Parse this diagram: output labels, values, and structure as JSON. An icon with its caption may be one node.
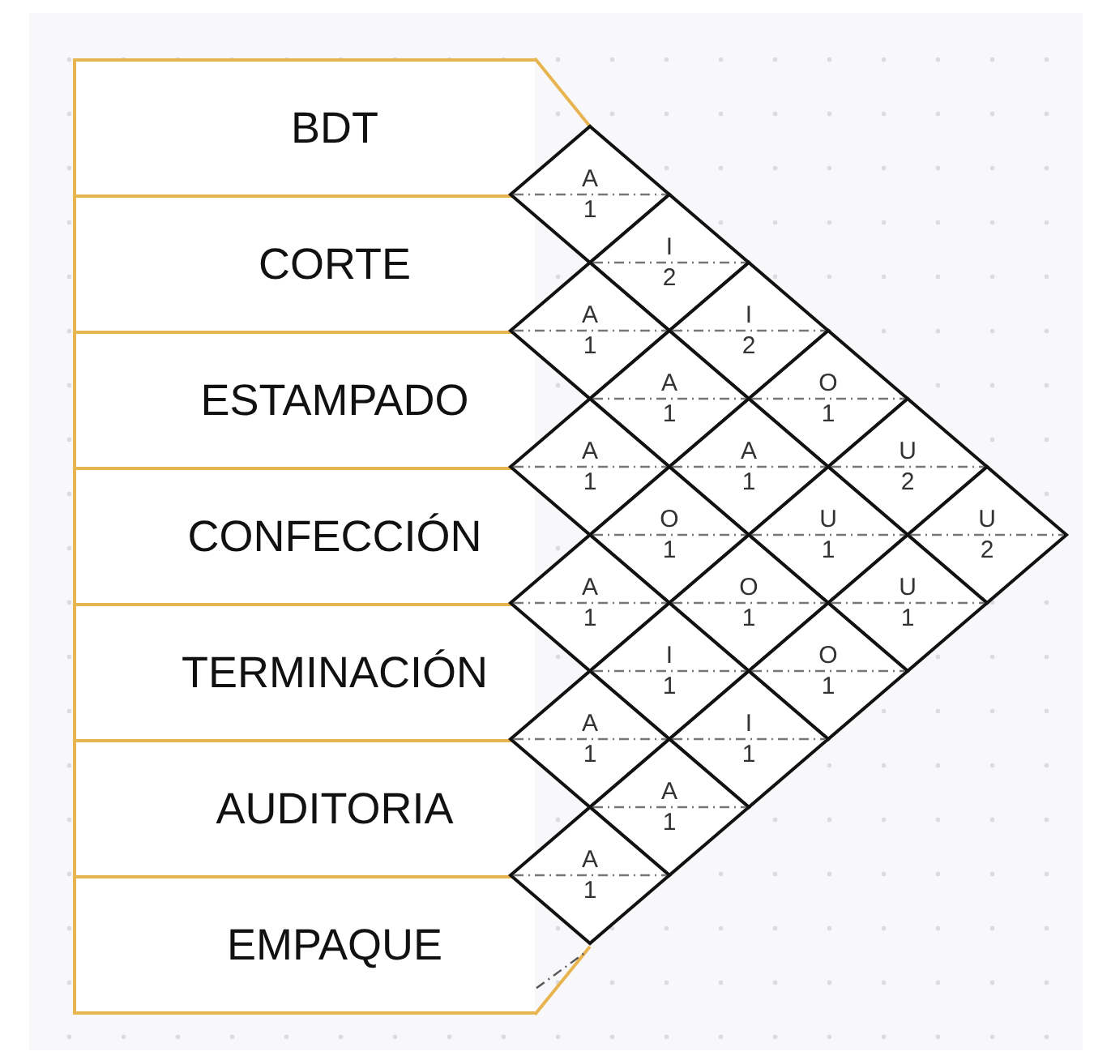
{
  "diagram": {
    "nodes": [
      {
        "text": [
          "BDT"
        ]
      },
      {
        "text": [
          "CORTE"
        ]
      },
      {
        "text": [
          "ESTAMPADO"
        ]
      },
      {
        "text": [
          "CONFECCIÓN"
        ]
      },
      {
        "text": [
          "TERMINACIÓN"
        ]
      },
      {
        "text": [
          "AUDITORIA"
        ]
      },
      {
        "text": [
          "EMPAQUE"
        ]
      },
      {
        "text": [
          "A",
          "1"
        ]
      },
      {
        "text": [
          "I",
          "2"
        ]
      },
      {
        "text": [
          "A",
          "1"
        ]
      },
      {
        "text": [
          "I",
          "2"
        ]
      },
      {
        "text": [
          "A",
          "1"
        ]
      },
      {
        "text": [
          "O",
          "1"
        ]
      },
      {
        "text": [
          "A",
          "1"
        ]
      },
      {
        "text": [
          "A",
          "1"
        ]
      },
      {
        "text": [
          "U",
          "2"
        ]
      },
      {
        "text": [
          "O",
          "1"
        ]
      },
      {
        "text": [
          "U",
          "1"
        ]
      },
      {
        "text": [
          "U",
          "2"
        ]
      },
      {
        "text": [
          "A",
          "1"
        ]
      },
      {
        "text": [
          "O",
          "1"
        ]
      },
      {
        "text": [
          "U",
          "1"
        ]
      },
      {
        "text": [
          "I",
          "1"
        ]
      },
      {
        "text": [
          "O",
          "1"
        ]
      },
      {
        "text": [
          "A",
          "1"
        ]
      },
      {
        "text": [
          "I",
          "1"
        ]
      },
      {
        "text": [
          "A",
          "1"
        ]
      },
      {
        "text": [
          "A",
          "1"
        ]
      }
    ]
  }
}
